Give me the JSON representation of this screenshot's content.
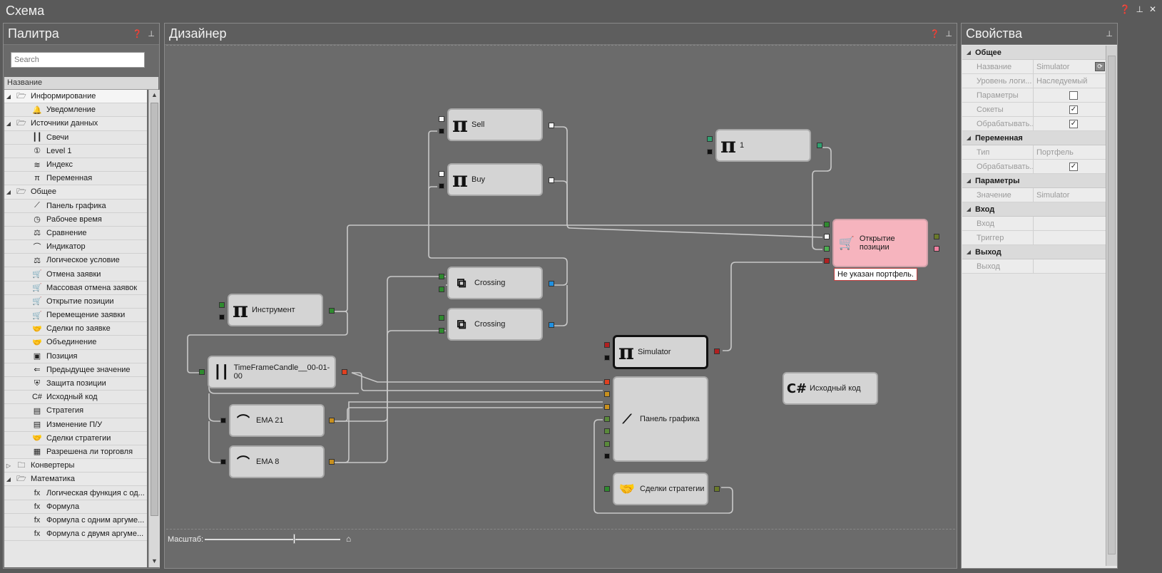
{
  "window": {
    "title": "Схема"
  },
  "palette": {
    "title": "Палитра",
    "search_placeholder": "Search",
    "column": "Название",
    "items": [
      {
        "label": "Информирование",
        "group": true,
        "icon": "folder-open-icon",
        "glyph": "🗁"
      },
      {
        "label": "Уведомление",
        "icon": "bell-icon",
        "glyph": "🔔"
      },
      {
        "label": "Источники данных",
        "group": true,
        "icon": "folder-open-icon",
        "glyph": "🗁"
      },
      {
        "label": "Свечи",
        "icon": "candles-icon",
        "glyph": "┃┃"
      },
      {
        "label": "Level 1",
        "icon": "level1-icon",
        "glyph": "①"
      },
      {
        "label": "Индекс",
        "icon": "index-icon",
        "glyph": "≋"
      },
      {
        "label": "Переменная",
        "icon": "pi-icon",
        "glyph": "π"
      },
      {
        "label": "Общее",
        "group": true,
        "icon": "folder-open-icon",
        "glyph": "🗁"
      },
      {
        "label": "Панель графика",
        "icon": "chart-icon",
        "glyph": "⟋"
      },
      {
        "label": "Рабочее время",
        "icon": "clock-icon",
        "glyph": "◷"
      },
      {
        "label": "Сравнение",
        "icon": "compare-icon",
        "glyph": "⚖"
      },
      {
        "label": "Индикатор",
        "icon": "indicator-icon",
        "glyph": "⌒"
      },
      {
        "label": "Логическое условие",
        "icon": "condition-icon",
        "glyph": "⚖"
      },
      {
        "label": "Отмена заявки",
        "icon": "cart-icon",
        "glyph": "🛒"
      },
      {
        "label": "Массовая отмена заявок",
        "icon": "cart-icon",
        "glyph": "🛒"
      },
      {
        "label": "Открытие позиции",
        "icon": "cart-icon",
        "glyph": "🛒"
      },
      {
        "label": "Перемещение заявки",
        "icon": "cart-icon",
        "glyph": "🛒"
      },
      {
        "label": "Сделки по заявке",
        "icon": "handshake-icon",
        "glyph": "🤝"
      },
      {
        "label": "Объединение",
        "icon": "handshake-icon",
        "glyph": "🤝"
      },
      {
        "label": "Позиция",
        "icon": "position-icon",
        "glyph": "▣"
      },
      {
        "label": "Предыдущее значение",
        "icon": "back-arrow-icon",
        "glyph": "⇐"
      },
      {
        "label": "Защита позиции",
        "icon": "shield-icon",
        "glyph": "⛨"
      },
      {
        "label": "Исходный код",
        "icon": "csharp-icon",
        "glyph": "C#"
      },
      {
        "label": "Стратегия",
        "icon": "strategy-icon",
        "glyph": "▤"
      },
      {
        "label": "Изменение П/У",
        "icon": "pnl-icon",
        "glyph": "▤"
      },
      {
        "label": "Сделки стратегии",
        "icon": "handshake-icon",
        "glyph": "🤝"
      },
      {
        "label": "Разрешена ли торговля",
        "icon": "calendar-clock-icon",
        "glyph": "▦"
      },
      {
        "label": "Конвертеры",
        "group": true,
        "collapsed": true,
        "icon": "folder-icon",
        "glyph": "🗀"
      },
      {
        "label": "Математика",
        "group": true,
        "icon": "folder-open-icon",
        "glyph": "🗁"
      },
      {
        "label": "Логическая функция с од...",
        "icon": "fx-icon",
        "glyph": "fx"
      },
      {
        "label": "Формула",
        "icon": "fx-icon",
        "glyph": "fx"
      },
      {
        "label": "Формула с одним аргуме...",
        "icon": "fx-icon",
        "glyph": "fx"
      },
      {
        "label": "Формула с двумя аргуме...",
        "icon": "fx-icon",
        "glyph": "fx"
      }
    ]
  },
  "designer": {
    "title": "Дизайнер",
    "zoom_label": "Масштаб:",
    "tooltip": "Не указан портфель.",
    "nodes": {
      "sell": "Sell",
      "buy": "Buy",
      "one": "1",
      "open_position": "Открытие позиции",
      "crossing1": "Crossing",
      "crossing2": "Crossing",
      "instrument": "Инструмент",
      "candles": "TimeFrameCandle__00-01-00",
      "simulator": "Simulator",
      "ema21": "EMA 21",
      "ema8": "EMA 8",
      "chart_panel": "Панель графика",
      "source_code": "Исходный код",
      "strategy_trades": "Сделки стратегии"
    }
  },
  "properties": {
    "title": "Свойства",
    "categories": [
      {
        "name": "Общее",
        "rows": [
          {
            "name": "Название",
            "value": "Simulator"
          },
          {
            "name": "Уровень логи...",
            "value": "Наследуемый"
          },
          {
            "name": "Параметры",
            "value": "",
            "check": false
          },
          {
            "name": "Сокеты",
            "value": "",
            "check": true
          },
          {
            "name": "Обрабатывать...",
            "value": "",
            "check": true
          }
        ]
      },
      {
        "name": "Переменная",
        "rows": [
          {
            "name": "Тип",
            "value": "Портфель"
          },
          {
            "name": "Обрабатывать...",
            "value": "",
            "check": true
          }
        ]
      },
      {
        "name": "Параметры",
        "rows": [
          {
            "name": "Значение",
            "value": "Simulator"
          }
        ]
      },
      {
        "name": "Вход",
        "rows": [
          {
            "name": "Вход",
            "value": ""
          },
          {
            "name": "Триггер",
            "value": ""
          }
        ]
      },
      {
        "name": "Выход",
        "rows": [
          {
            "name": "Выход",
            "value": ""
          }
        ]
      }
    ]
  }
}
